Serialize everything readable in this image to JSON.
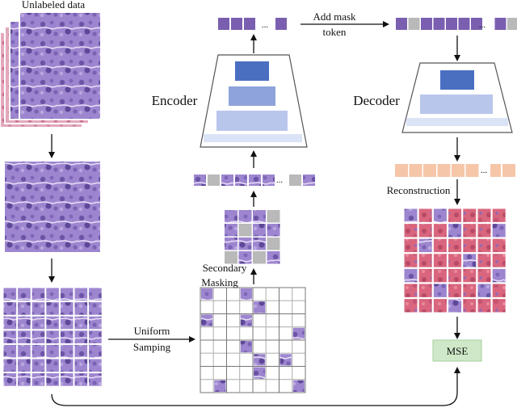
{
  "labels": {
    "unlabeled": "Unlabeled data",
    "encoder": "Encoder",
    "decoder": "Decoder",
    "add_mask_line1": "Add mask",
    "add_mask_line2": "token",
    "reconstruction": "Reconstruction",
    "secondary_line1": "Secondary",
    "secondary_line2": "Masking",
    "uniform_line1": "Uniform",
    "uniform_line2": "Samping",
    "mse": "MSE",
    "ellipsis": "..."
  },
  "colors": {
    "tissue": "#a88fd6",
    "tissue_dark": "#6e58a8",
    "masked_token": "#b9b9b9",
    "visible_token": "#6a4a9a",
    "encoded_token": "#7a5fb0",
    "output_token": "#f6c6a8",
    "recon_tissue": "#d9667e",
    "encoder_block_top": "#4a6fc1",
    "encoder_block_mid": "#8ea3da",
    "encoder_block_low": "#b9c6ec",
    "encoder_block_base": "#dbe3f6",
    "mse_box": "#cfe9c8",
    "arrow": "#111111"
  }
}
